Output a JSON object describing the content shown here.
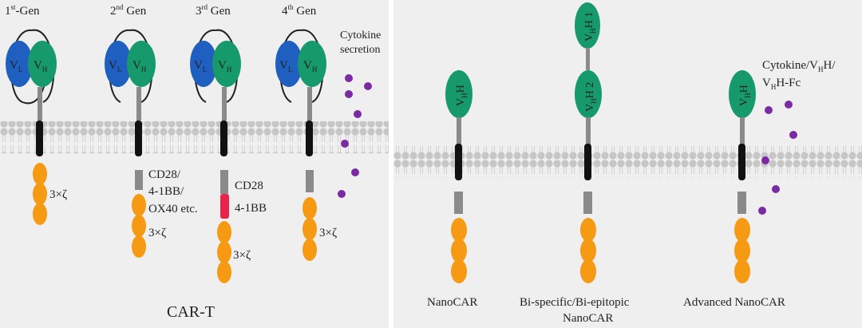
{
  "car_t": {
    "title": "CAR-T",
    "generations": [
      {
        "gen": "1",
        "sup": "st",
        "word": "Gen"
      },
      {
        "gen": "2",
        "sup": "nd",
        "word": "Gen"
      },
      {
        "gen": "3",
        "sup": "rd",
        "word": "Gen"
      },
      {
        "gen": "4",
        "sup": "th",
        "word": "Gen"
      }
    ],
    "vl": "L",
    "vh": "H",
    "zeta": "3×ζ",
    "costim_2nd": [
      "CD28/",
      "4-1BB/",
      "OX40 etc."
    ],
    "cd28": "CD28",
    "four_1bb": "4-1BB",
    "cytokine": [
      "Cytokine",
      "secretion"
    ]
  },
  "nanocar": {
    "labels": {
      "nanocar": "NanoCAR",
      "bispecific_line1": "Bi-specific/Bi-epitopic",
      "bispecific_line2": "NanoCAR",
      "advanced": "Advanced NanoCAR"
    },
    "vhh1_sub": "H",
    "vhh1_num": "H 1",
    "vhh2_num": "H 2",
    "cytokine_line1_pre": "Cytokine/V",
    "cytokine_line1_post": "H/",
    "cytokine_line2_post": "H-Fc"
  },
  "colors": {
    "vl_blue": "#1f5fbf",
    "vh_green": "#16996b",
    "transmembrane": "#111111",
    "hinge_gray": "#8a8a8a",
    "zeta_orange": "#f59a12",
    "costim_red": "#e8234a",
    "cytokine_purple": "#7a2aa3",
    "membrane_gray": "#c4c4c4"
  }
}
